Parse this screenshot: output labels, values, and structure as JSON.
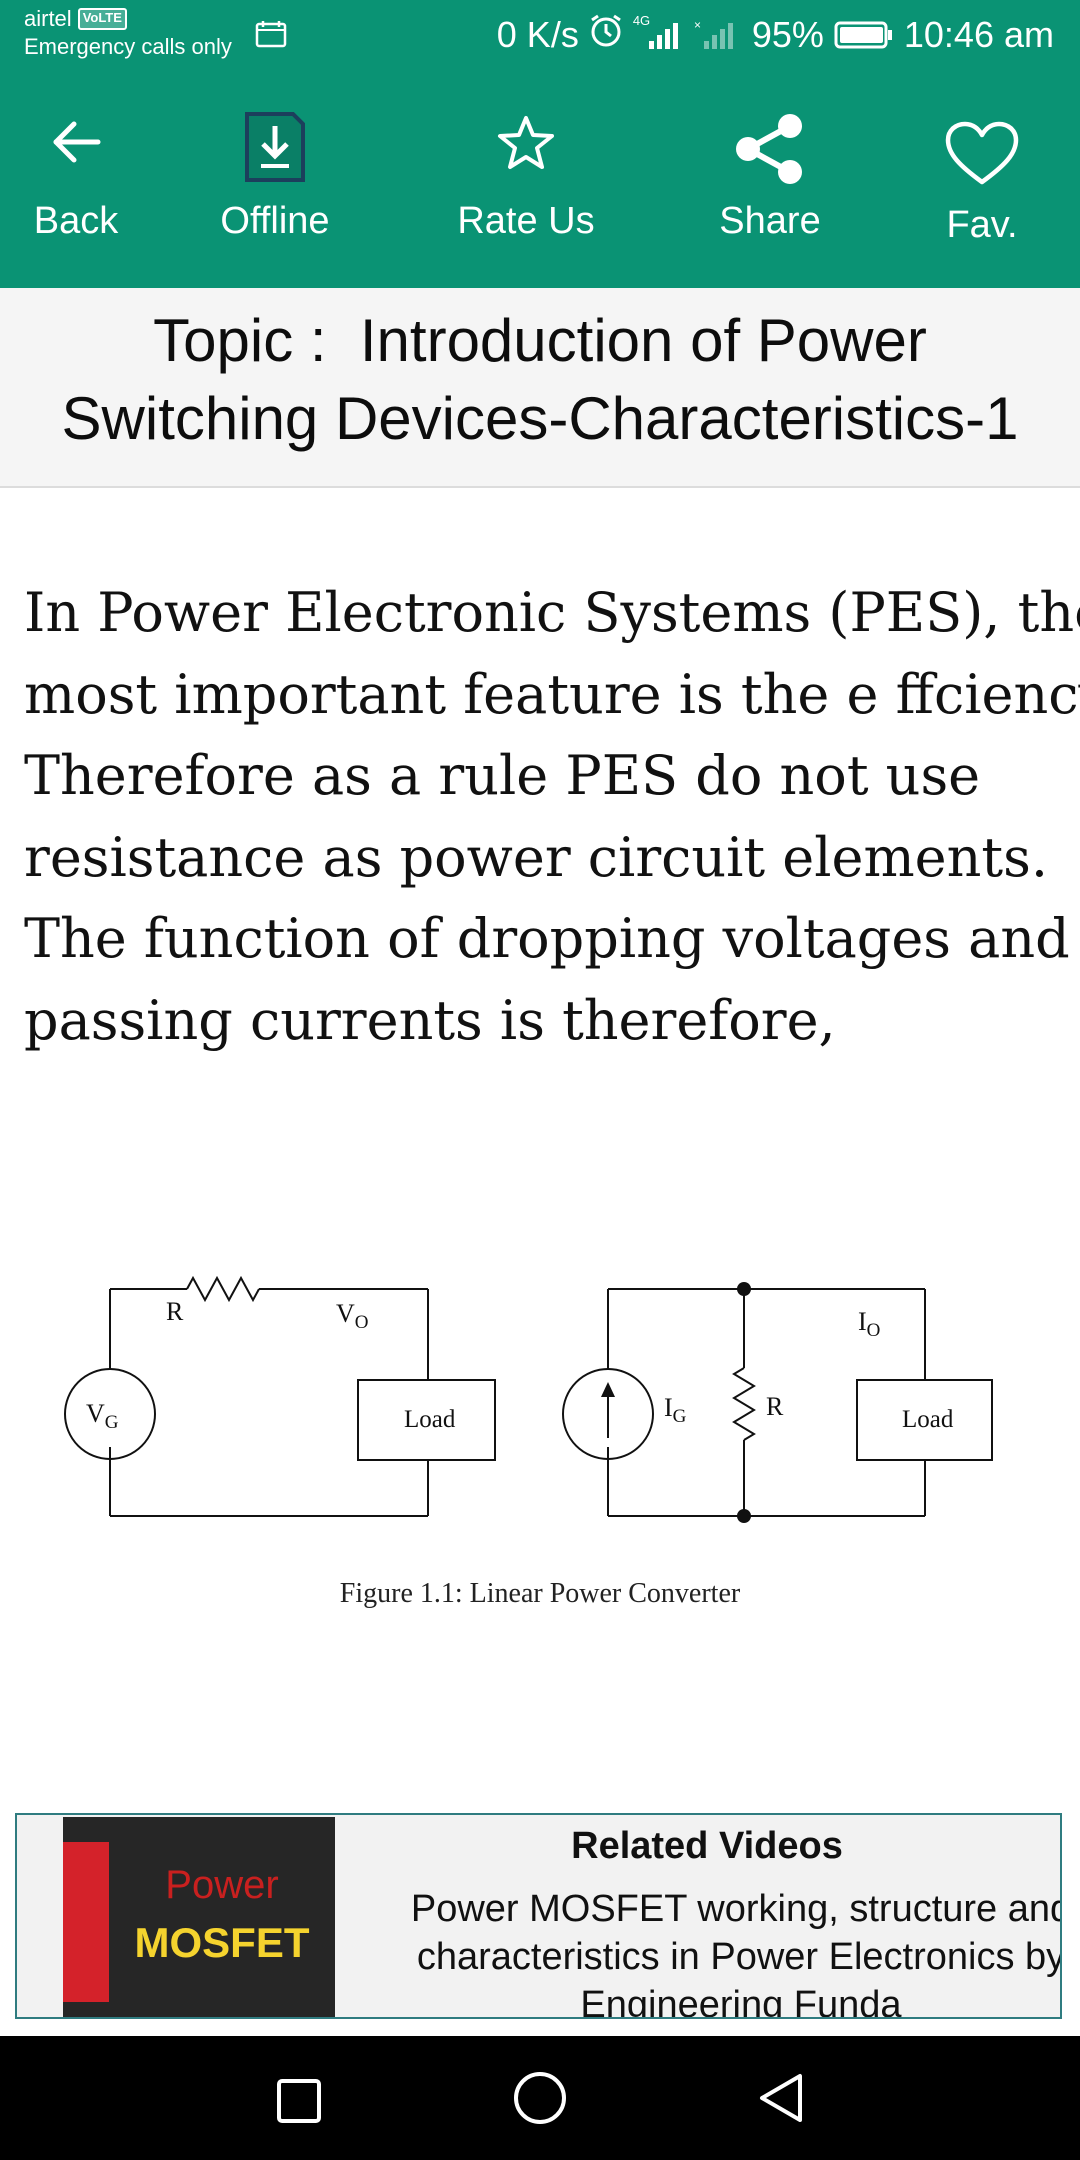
{
  "status_bar": {
    "carrier": "airtel",
    "volte_badge": "VoLTE",
    "emergency": "Emergency calls only",
    "speed": "0 K/s",
    "network": "4G",
    "battery": "95%",
    "time": "10:46 am",
    "icons": [
      "sim-icon",
      "alarm-icon",
      "signal-icon",
      "battery-icon"
    ]
  },
  "toolbar": {
    "items": [
      {
        "label": "Back",
        "icon": "arrow-left-icon"
      },
      {
        "label": "Offline",
        "icon": "download-icon"
      },
      {
        "label": "Rate Us",
        "icon": "star-icon"
      },
      {
        "label": "Share",
        "icon": "share-icon"
      },
      {
        "label": "Fav.",
        "icon": "heart-icon"
      }
    ]
  },
  "topic": {
    "line1": "Topic :  Introduction of Power",
    "line2": "Switching Devices-Characteristics-1"
  },
  "article": {
    "lines": [
      "In Power Electronic Systems (PES), the",
      "most important feature is the e ffciency.",
      "Therefore as a rule PES do not use",
      "resistance as power circuit elements.",
      "The function of dropping voltages and",
      "passing currents is therefore,"
    ]
  },
  "figure": {
    "caption": "Figure 1.1: Linear Power Converter",
    "left_circuit": {
      "r": "R",
      "vo": "V",
      "vo_sub": "O",
      "vg": "V",
      "vg_sub": "G",
      "load": "Load"
    },
    "right_circuit": {
      "ig": "I",
      "ig_sub": "G",
      "r": "R",
      "io": "I",
      "io_sub": "O",
      "load": "Load"
    }
  },
  "related": {
    "heading": "Related Videos",
    "thumb_line1": "Power",
    "thumb_line2": "MOSFET",
    "description": "Power MOSFET working, structure and characteristics in Power Electronics by Engineering Funda"
  },
  "nav": {
    "icons": [
      "recents-square-icon",
      "home-circle-icon",
      "back-triangle-icon"
    ]
  },
  "colors": {
    "accent": "#0a9374",
    "related_border": "#2f7c80"
  }
}
